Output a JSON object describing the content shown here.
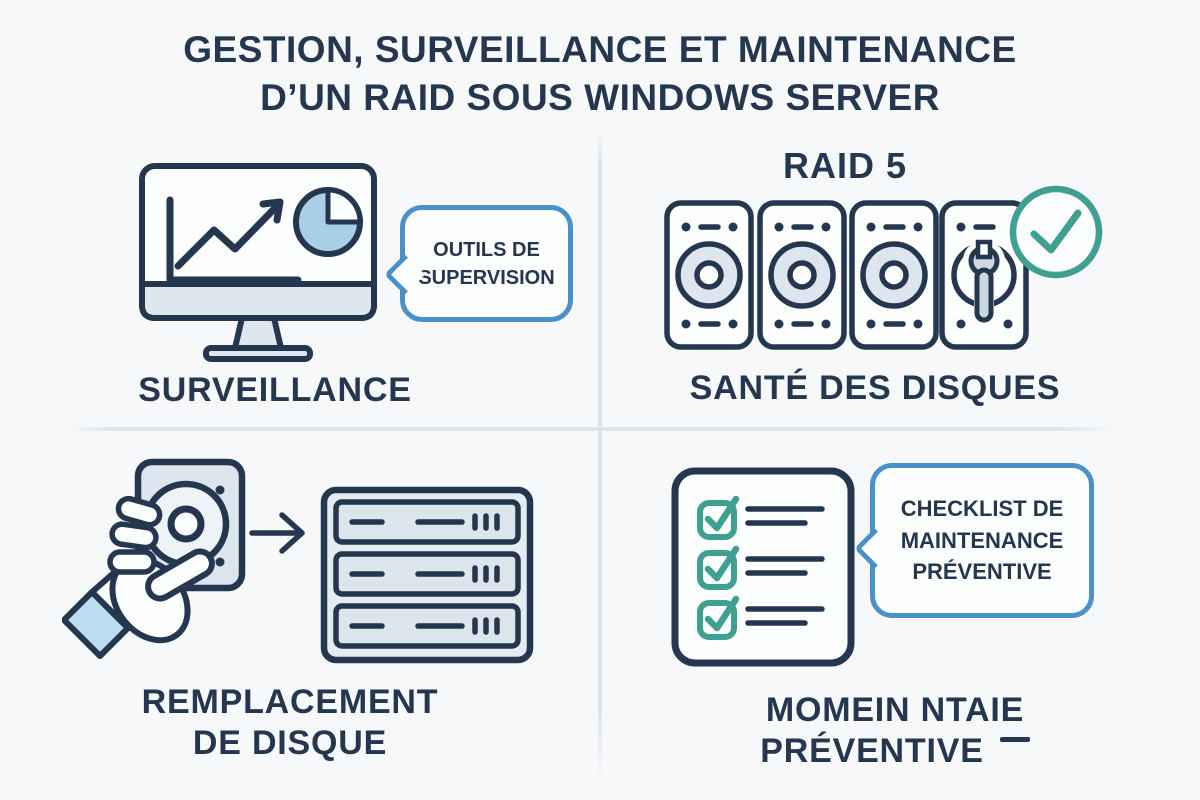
{
  "title": {
    "line1": "GESTION, SURVEILLANCE ET MAINTENANCE",
    "line2": "D’UN RAID SOUS WINDOWS SERVER"
  },
  "colors": {
    "background": "#f6f8fa",
    "navy_ink": "#24374f",
    "light_blue_fill": "#a9cee6",
    "panel_fill": "#dfe7ee",
    "bubble_border_blue": "#4a91c9",
    "check_teal": "#3f9f90",
    "divider": "#dde4ec",
    "cuff_blue": "#b9dcf0"
  },
  "sections": {
    "surveillance": {
      "label": "SURVEILLANCE",
      "icon": "monitor-analytics-icon",
      "bubble": {
        "line1": "OUTILS DE",
        "line2": "SUPERVISION"
      }
    },
    "disk_health": {
      "heading": "RAID 5",
      "label": "SANTÉ DES DISQUES",
      "icons": [
        "disk-icon",
        "disk-icon",
        "disk-icon",
        "disk-wrench-icon",
        "check-circle-icon"
      ]
    },
    "replacement": {
      "label_line1": "REMPLACEMENT",
      "label_line2": "DE DISQUE",
      "icons": [
        "hand-holding-disk-icon",
        "arrow-right-icon",
        "server-rack-icon"
      ]
    },
    "maintenance": {
      "label_line1": "MOMEIN NTAIE",
      "label_line2": "PRÉVENTIVE",
      "label_suffix_mark": "‾",
      "icon": "checklist-icon",
      "bubble": {
        "line1": "CHECKLIST DE",
        "line2": "MAINTENANCE",
        "line3": "PRÉVENTIVE"
      }
    }
  }
}
